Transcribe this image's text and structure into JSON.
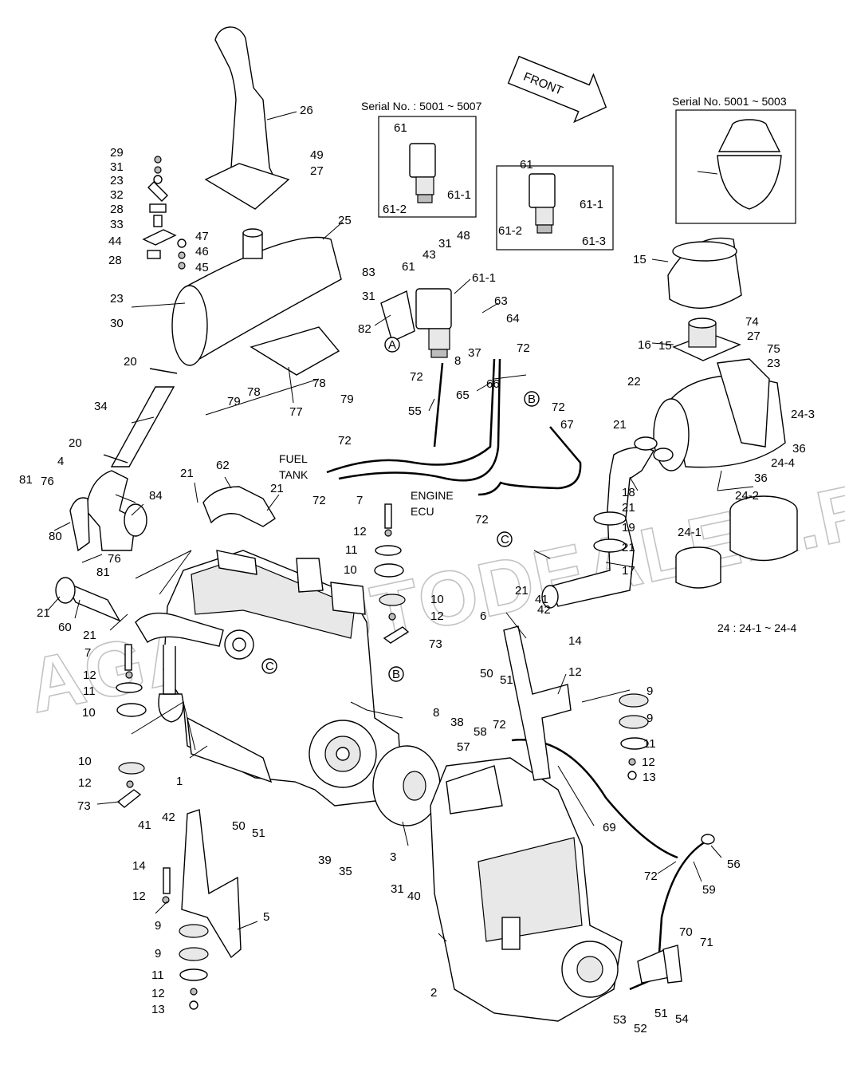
{
  "title_notes": {
    "serial_filter_a": "Serial No. : 5001 ~ 5007",
    "serial_air_cleaner": "Serial No.  5001 ~ 5003",
    "front_arrow": "FRONT",
    "fuel_tank": "FUEL\nTANK",
    "engine_ecu": "ENGINE\nECU",
    "kit_note": "24 : 24-1 ~ 24-4"
  },
  "watermark": "AGAT AUTODEALER.RU",
  "ref_markers": [
    "A",
    "B",
    "C"
  ],
  "callouts": [
    "26",
    "49",
    "27",
    "29",
    "31",
    "23",
    "32",
    "28",
    "33",
    "44",
    "47",
    "46",
    "28",
    "45",
    "25",
    "23",
    "30",
    "20",
    "78",
    "79",
    "78",
    "79",
    "77",
    "34",
    "20",
    "4",
    "81",
    "76",
    "84",
    "80",
    "76",
    "81",
    "21",
    "60",
    "21",
    "21",
    "62",
    "21",
    "7",
    "12",
    "11",
    "10",
    "10",
    "12",
    "73",
    "7",
    "12",
    "11",
    "10",
    "10",
    "12",
    "73",
    "1",
    "61",
    "61-1",
    "61-2",
    "61",
    "61-1",
    "61-2",
    "61-3",
    "83",
    "31",
    "43",
    "31",
    "48",
    "61",
    "61-1",
    "82",
    "63",
    "64",
    "37",
    "8",
    "72",
    "72",
    "55",
    "65",
    "66",
    "72",
    "67",
    "72",
    "72",
    "72",
    "15",
    "15",
    "74",
    "27",
    "16",
    "75",
    "23",
    "22",
    "24-3",
    "21",
    "36",
    "24-4",
    "36",
    "24-2",
    "24-1",
    "18",
    "21",
    "19",
    "21",
    "17",
    "21",
    "6",
    "42",
    "41",
    "14",
    "12",
    "50",
    "51",
    "9",
    "9",
    "11",
    "12",
    "13",
    "8",
    "38",
    "58",
    "72",
    "57",
    "69",
    "39",
    "35",
    "3",
    "31",
    "40",
    "41",
    "42",
    "50",
    "51",
    "14",
    "12",
    "5",
    "9",
    "9",
    "11",
    "12",
    "13",
    "2",
    "56",
    "72",
    "59",
    "70",
    "71",
    "53",
    "52",
    "51",
    "54"
  ]
}
